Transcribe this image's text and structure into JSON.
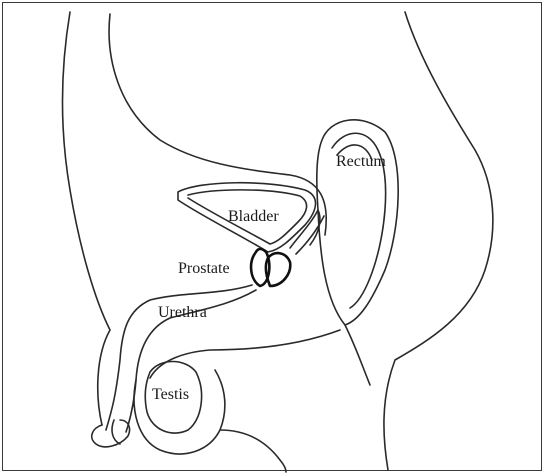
{
  "labels": {
    "rectum": "Rectum",
    "bladder": "Bladder",
    "prostate": "Prostate",
    "urethra": "Urethra",
    "testis": "Testis"
  },
  "colors": {
    "line": "#2a2a2a",
    "background": "#ffffff"
  }
}
